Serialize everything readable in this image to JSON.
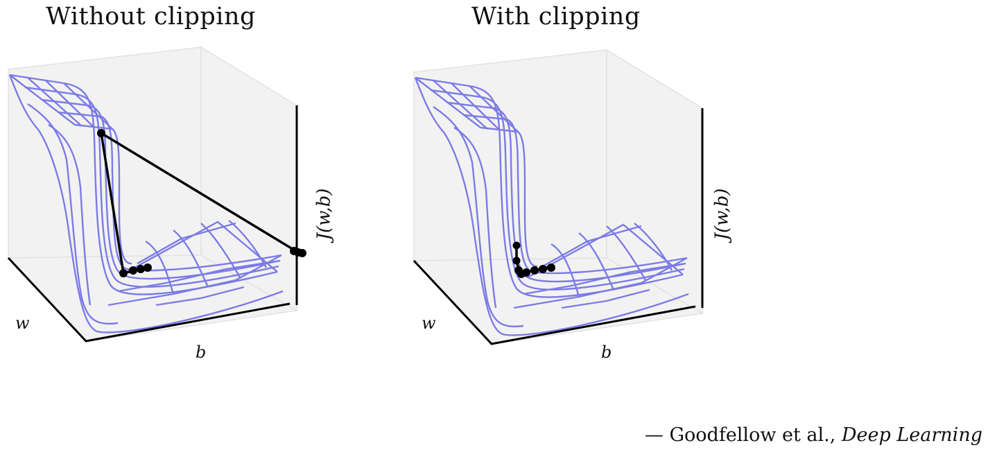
{
  "panels": [
    {
      "title": "Without clipping",
      "x_axis_label": "b",
      "y_axis_label": "w",
      "z_axis_label": "J(w,b)"
    },
    {
      "title": "With clipping",
      "x_axis_label": "b",
      "y_axis_label": "w",
      "z_axis_label": "J(w,b)"
    }
  ],
  "citation": {
    "prefix": "— Goodfellow et al., ",
    "book": "Deep Learning"
  },
  "colors": {
    "surface_wire": "#7b7be6",
    "trajectory": "#000000",
    "pane": "#f2f2f2",
    "pane_edge": "#e2e2e2",
    "axis": "#000000"
  }
}
